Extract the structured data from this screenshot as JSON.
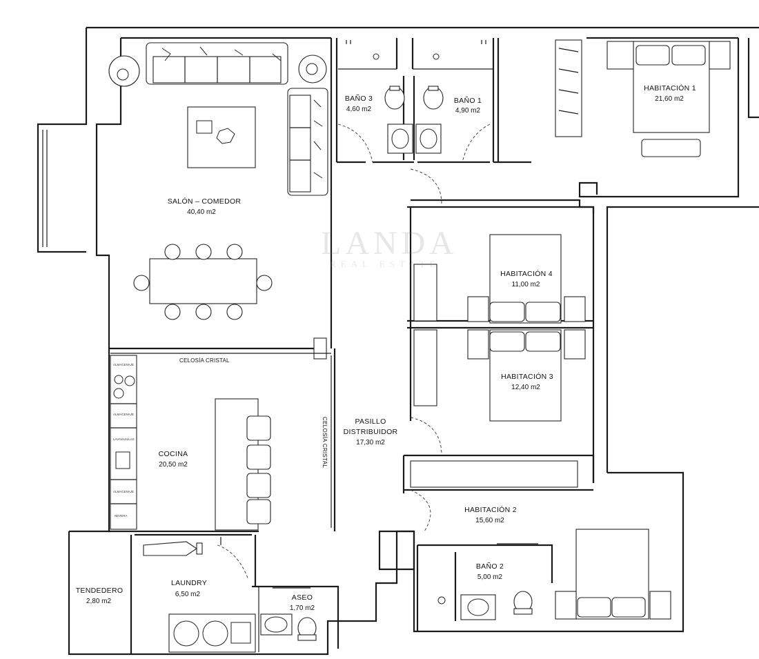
{
  "watermark": {
    "logo": "LANDA",
    "tagline": "REAL ESTATE"
  },
  "rooms": {
    "salon": {
      "name": "SALÓN – COMEDOR",
      "area": "40,40 m2"
    },
    "bano3": {
      "name": "BAÑO 3",
      "area": "4,60 m2"
    },
    "bano1": {
      "name": "BAÑO 1",
      "area": "4,90 m2"
    },
    "hab1": {
      "name": "HABITACIÓN 1",
      "area": "21,60 m2"
    },
    "hab4": {
      "name": "HABITACIÓN 4",
      "area": "11,00 m2"
    },
    "hab3": {
      "name": "HABITACIÓN 3",
      "area": "12,40 m2"
    },
    "pasillo": {
      "name_line1": "PASILLO",
      "name_line2": "DISTRIBUIDOR",
      "area": "17,30 m2"
    },
    "cocina": {
      "name": "COCINA",
      "area": "20,50 m2"
    },
    "hab2": {
      "name": "HABITACIÓN 2",
      "area": "15,60 m2"
    },
    "bano2": {
      "name": "BAÑO 2",
      "area": "5,00 m2"
    },
    "laundry": {
      "name": "LAUNDRY",
      "area": "6,50 m2"
    },
    "aseo": {
      "name": "ASEO",
      "area": "1,70 m2"
    },
    "tendedero": {
      "name": "TENDEDERO",
      "area": "2,80 m2"
    }
  },
  "notes": {
    "celosia_h": "CELOSÍA CRISTAL",
    "celosia_v": "CELOSÍA CRISTAL"
  },
  "kitchen_units": [
    "ALMACENAJE",
    "ALMACENAJE",
    "LAVAVAJILLAS",
    "ALMACENAJE",
    "NEVERA"
  ]
}
